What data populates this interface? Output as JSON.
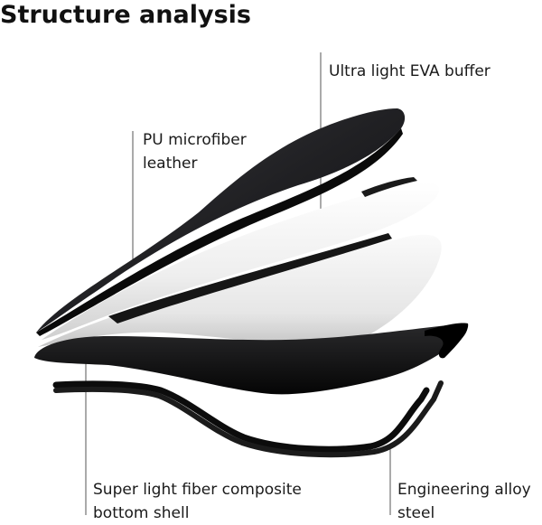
{
  "title": "Structure analysis",
  "labels": {
    "eva": [
      "Ultra light EVA buffer"
    ],
    "pu": [
      "PU microfiber",
      "leather"
    ],
    "shell": [
      "Super light fiber composite",
      "bottom shell"
    ],
    "alloy": [
      "Engineering alloy",
      "steel"
    ]
  },
  "colors": {
    "leather": "#1c1c1e",
    "foam": "#f2f2f2",
    "shell": "#111111",
    "rail": "#0c0c0c",
    "leader": "#555555"
  },
  "icons": [
    "saddle-cover-layer",
    "eva-buffer-layer",
    "foam-layer",
    "bottom-shell",
    "alloy-rails"
  ]
}
